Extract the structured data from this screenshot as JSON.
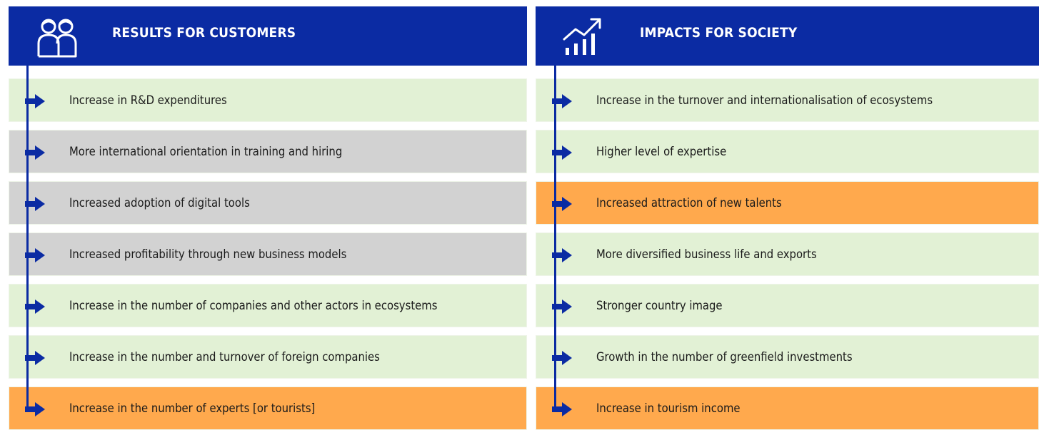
{
  "colors": {
    "header_bg": "#0b2ba3",
    "green": "#e2f1d5",
    "grey": "#d2d2d2",
    "orange": "#ffa94d",
    "arrow": "#0b2ba3"
  },
  "left": {
    "title": "RESULTS FOR CUSTOMERS",
    "icon": "people-icon",
    "items": [
      {
        "label": "Increase in R&D expenditures",
        "color": "green"
      },
      {
        "label": "More international orientation in training and hiring",
        "color": "grey"
      },
      {
        "label": "Increased adoption of digital tools",
        "color": "grey"
      },
      {
        "label": "Increased profitability through new business models",
        "color": "grey"
      },
      {
        "label": "Increase in the number of companies and other actors in ecosystems",
        "color": "green"
      },
      {
        "label": "Increase in the number and turnover of foreign companies",
        "color": "green"
      },
      {
        "label": "Increase in the number of experts [or tourists]",
        "color": "orange"
      }
    ]
  },
  "right": {
    "title": "IMPACTS FOR SOCIETY",
    "icon": "growth-chart-icon",
    "items": [
      {
        "label": "Increase in the turnover and internationalisation of ecosystems",
        "color": "green"
      },
      {
        "label": "Higher level of expertise",
        "color": "green"
      },
      {
        "label": "Increased attraction of new talents",
        "color": "orange"
      },
      {
        "label": "More diversified business life and exports",
        "color": "green"
      },
      {
        "label": "Stronger country image",
        "color": "green"
      },
      {
        "label": "Growth in the number of greenfield investments",
        "color": "green"
      },
      {
        "label": "Increase in tourism income",
        "color": "orange"
      }
    ]
  }
}
